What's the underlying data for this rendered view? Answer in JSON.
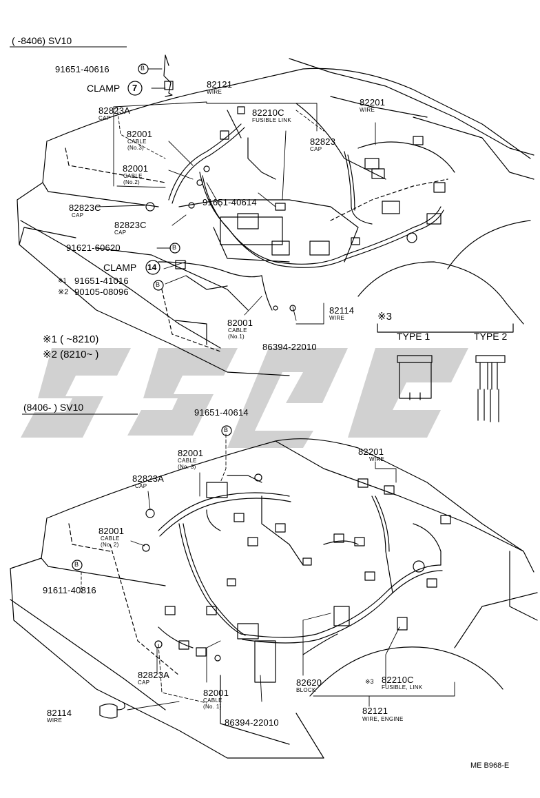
{
  "sections": {
    "top": "(        -8406) SV10",
    "bottom": "(8406-          ) SV10"
  },
  "top_labels": {
    "p_91651_40616": "91651-40616",
    "clamp7_word": "CLAMP",
    "clamp7_num": "7",
    "p_82121": "82121",
    "p_82121_sub": "WIRE",
    "p_82823A": "82823A",
    "p_82823A_sub": "CAP",
    "p_82210C": "82210C",
    "p_82210C_sub": "FUSIBLE LINK",
    "p_82201": "82201",
    "p_82201_sub": "WIRE",
    "p_82823": "82823",
    "p_82823_sub": "CAP",
    "p_82001_no3": "82001",
    "p_82001_no3_sub1": "CABLE",
    "p_82001_no3_sub2": "(No.3)",
    "p_82001_no2": "82001",
    "p_82001_no2_sub1": "CABLE",
    "p_82001_no2_sub2": "(No.2)",
    "p_82823C_a": "82823C",
    "p_82823C_a_sub": "CAP",
    "p_91651_40614": "91651-40614",
    "p_82823C_b": "82823C",
    "p_82823C_b_sub": "CAP",
    "p_91621_60620": "91621-60620",
    "clamp14_word": "CLAMP",
    "clamp14_num": "14",
    "m1": "※1",
    "p_91651_41016": "91651-41016",
    "m2": "※2",
    "p_90105_08096": "90105-08096",
    "p_82114": "82114",
    "p_82114_sub": "WIRE",
    "p_82001_no1": "82001",
    "p_82001_no1_sub1": "CABLE",
    "p_82001_no1_sub2": "(No.1)",
    "p_86394_22010": "86394-22010",
    "b": "B"
  },
  "notes": {
    "n1": "※1 (        ~8210)",
    "n2": "※2 (8210~          )",
    "n3": "※3",
    "type1": "TYPE 1",
    "type2": "TYPE 2"
  },
  "bottom_labels": {
    "p_91651_40614": "91651-40614",
    "p_82001_no3": "82001",
    "p_82001_no3_sub1": "CABLE",
    "p_82001_no3_sub2": "(No. 3)",
    "p_82201": "82201",
    "p_82201_sub": "WIRE",
    "p_82823A_a": "82823A",
    "p_82823A_a_sub": "CAP",
    "p_82001_no2": "82001",
    "p_82001_no2_sub1": "CABLE",
    "p_82001_no2_sub2": "(No. 2)",
    "p_91611_40816": "91611-40816",
    "p_82823A_b": "82823A",
    "p_82823A_b_sub": "CAP",
    "p_82001_no1": "82001",
    "p_82001_no1_sub1": "CABLE",
    "p_82001_no1_sub2": "(No. 1)",
    "p_82620": "82620",
    "p_82620_sub": "BLOCK",
    "m3": "※3",
    "p_82210C": "82210C",
    "p_82210C_sub": "FUSIBLE, LINK",
    "p_86394_22010": "86394-22010",
    "p_82121": "82121",
    "p_82121_sub": "WIRE, ENGINE",
    "p_82114": "82114",
    "p_82114_sub": "WIRE"
  },
  "footer": {
    "ref": "ME B968-E"
  },
  "colors": {
    "ink": "#000000",
    "watermark": "#c8c8c8"
  }
}
